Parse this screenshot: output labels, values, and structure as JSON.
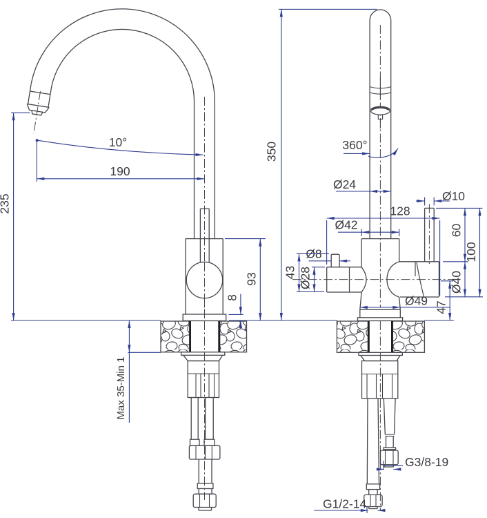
{
  "title": "Kitchen faucet dimensional drawing",
  "drawing": {
    "type": "technical-2-view",
    "units": "mm",
    "views": [
      "side view (gooseneck profile)",
      "front view (handle + hoses)"
    ]
  },
  "colors": {
    "line": "#45454d",
    "dimension": "#2e3c8f",
    "text": "#3b3b42",
    "background": "#ffffff"
  },
  "side_view": {
    "spout_angle": "10°",
    "spout_reach": "190",
    "spout_height": "235",
    "body_height": "93",
    "base_plate_height": "8",
    "deck_thickness": "Max 35-Min 1"
  },
  "front_view": {
    "total_height": "350",
    "swivel_angle": "360°",
    "spout_pipe_diameter": "Ø24",
    "overall_depth": "128",
    "handle_rod_diameter": "Ø10",
    "body_diameter": "Ø42",
    "handle_rod_length": "60",
    "handle_overall_height": "100",
    "outlet_nub_diameter": "Ø8",
    "side_outlet_length": "43",
    "side_outlet_diameter": "Ø28",
    "handle_housing_diameter": "Ø40",
    "base_diameter": "Ø49",
    "outlet_axis_height": "47",
    "supply_hose_thread": "G3/8-19",
    "inlet_hose_thread": "G1/2-14"
  }
}
